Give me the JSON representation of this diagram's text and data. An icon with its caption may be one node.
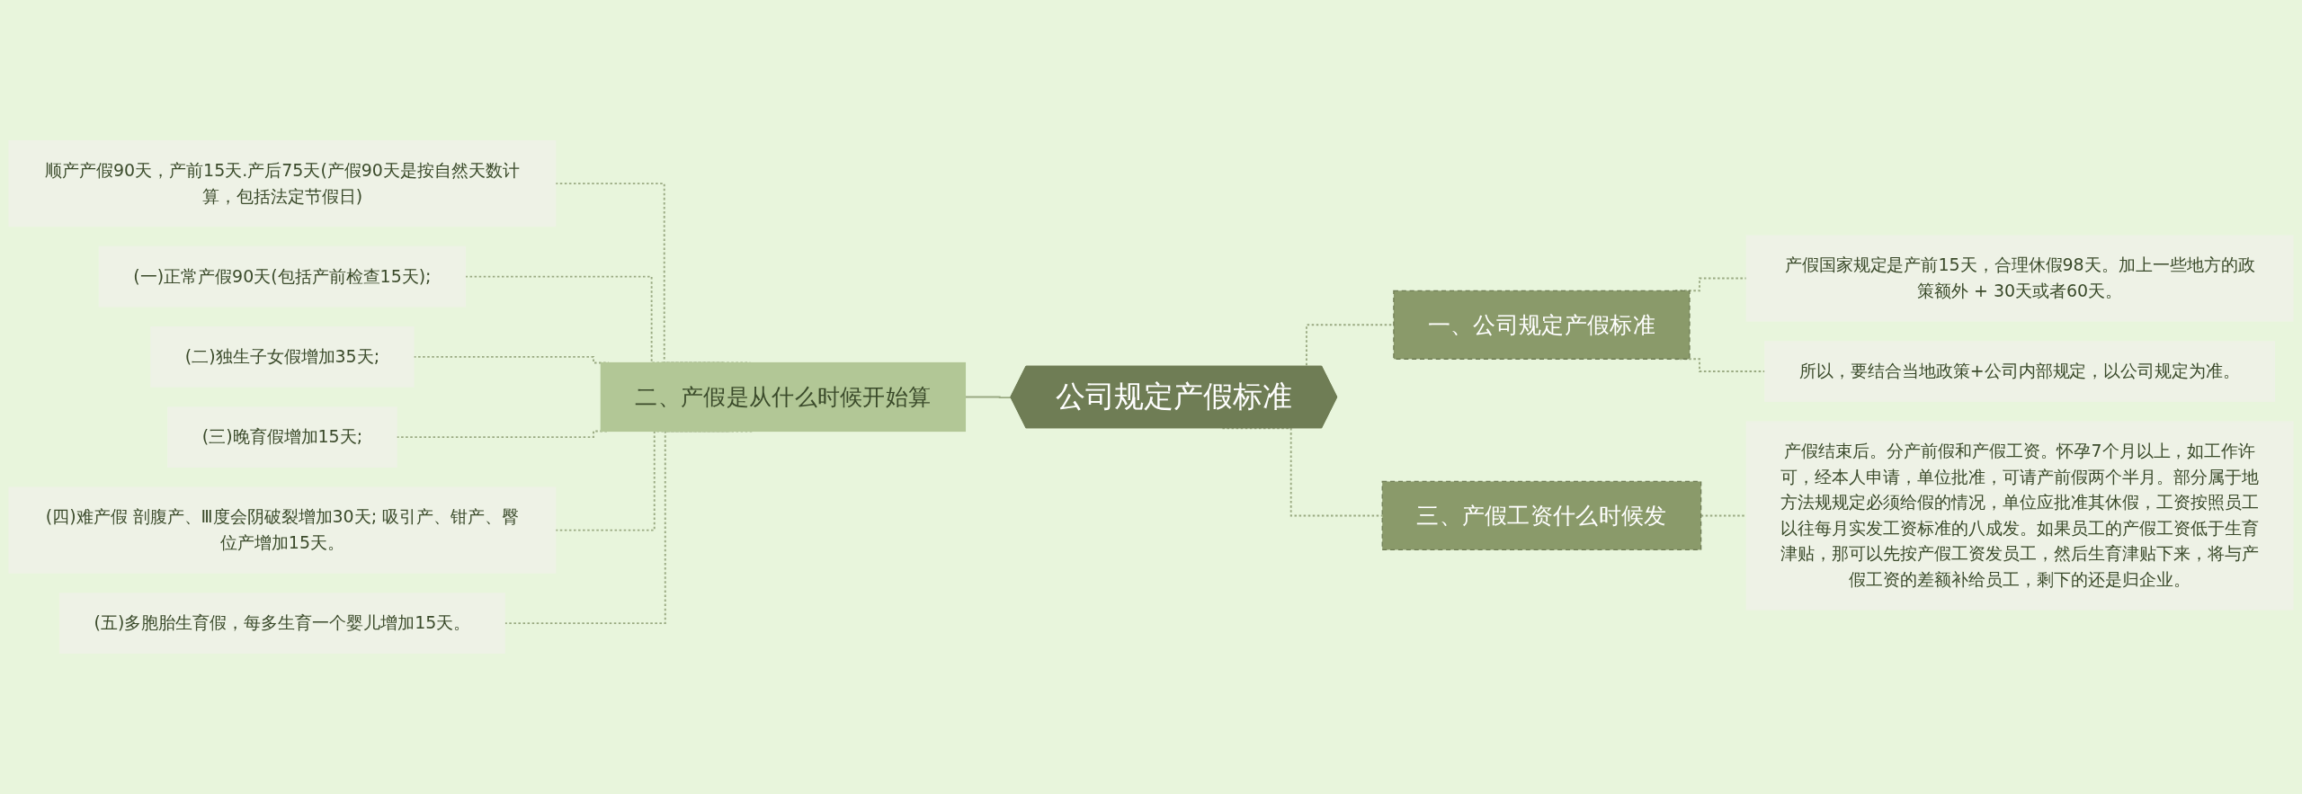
{
  "diagram": {
    "nodes": [
      {
        "text": [
          "公司规定产假标准"
        ]
      },
      {
        "text": [
          "一、公司规定产假标准"
        ]
      },
      {
        "text": [
          "产假国家规定是产前15天，合理休假98天。加上一些地方的政策额外 + 30天或者60天。"
        ]
      },
      {
        "text": [
          "所以，要结合当地政策+公司内部规定，以公司规定为准。"
        ]
      },
      {
        "text": [
          "二、产假是从什么时候开始算"
        ]
      },
      {
        "text": [
          "顺产产假90天，产前15天.产后75天(产假90天是按自然天数计算，包括法定节假日)"
        ]
      },
      {
        "text": [
          "(一)正常产假90天(包括产前检查15天);"
        ]
      },
      {
        "text": [
          "(二)独生子女假增加35天;"
        ]
      },
      {
        "text": [
          "(三)晚育假增加15天;"
        ]
      },
      {
        "text": [
          "(四)难产假 剖腹产、Ⅲ度会阴破裂增加30天; 吸引产、钳产、臀位产增加15天。"
        ]
      },
      {
        "text": [
          "(五)多胞胎生育假，每多生育一个婴儿增加15天。"
        ]
      },
      {
        "text": [
          "三、产假工资什么时候发"
        ]
      },
      {
        "text": [
          "产假结束后。分产前假和产假工资。怀孕7个月以上，如工作许可，经本人申请，单位批准，可请产前假两个半月。部分属于地方法规规定必须给假的情况，单位应批准其休假，工资按照员工以往每月实发工资标准的八成发。如果员工的产假工资低于生育津贴，那可以先按产假工资发员工，然后生育津贴下来，将与产假工资的差额补给员工，剩下的还是归企业。"
        ]
      }
    ],
    "edges": [
      {
        "from": 0,
        "to": 1,
        "arrow": "none",
        "style": "dashed"
      },
      {
        "from": 1,
        "to": 2,
        "arrow": "none",
        "style": "dashed"
      },
      {
        "from": 1,
        "to": 3,
        "arrow": "none",
        "style": "dashed"
      },
      {
        "from": 0,
        "to": 4,
        "arrow": "none"
      },
      {
        "from": 4,
        "to": 5,
        "arrow": "none",
        "style": "dashed"
      },
      {
        "from": 4,
        "to": 6,
        "arrow": "none",
        "style": "dashed"
      },
      {
        "from": 4,
        "to": 7,
        "arrow": "none",
        "style": "dashed"
      },
      {
        "from": 4,
        "to": 8,
        "arrow": "none",
        "style": "dashed"
      },
      {
        "from": 4,
        "to": 9,
        "arrow": "none",
        "style": "dashed"
      },
      {
        "from": 4,
        "to": 10,
        "arrow": "none",
        "style": "dashed"
      },
      {
        "from": 0,
        "to": 11,
        "arrow": "none",
        "style": "dashed"
      },
      {
        "from": 11,
        "to": 12,
        "arrow": "none",
        "style": "dashed"
      }
    ]
  }
}
